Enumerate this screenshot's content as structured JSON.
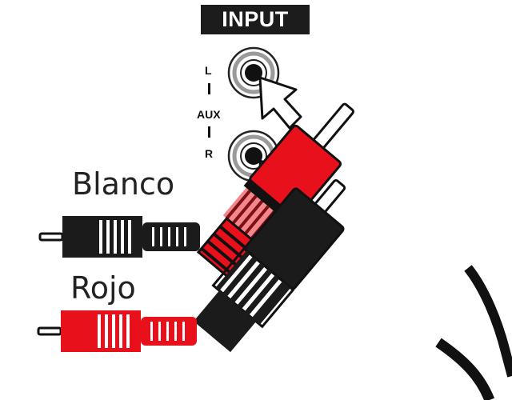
{
  "panel": {
    "header": "INPUT",
    "jack_left_label": "L",
    "aux_label": "AUX",
    "jack_right_label": "R"
  },
  "legend": {
    "white_label": "Blanco",
    "red_label": "Rojo"
  },
  "colors": {
    "white_plug": "#1b1b1b",
    "red_plug": "#e8101a",
    "badge": "#1c1c1c"
  }
}
